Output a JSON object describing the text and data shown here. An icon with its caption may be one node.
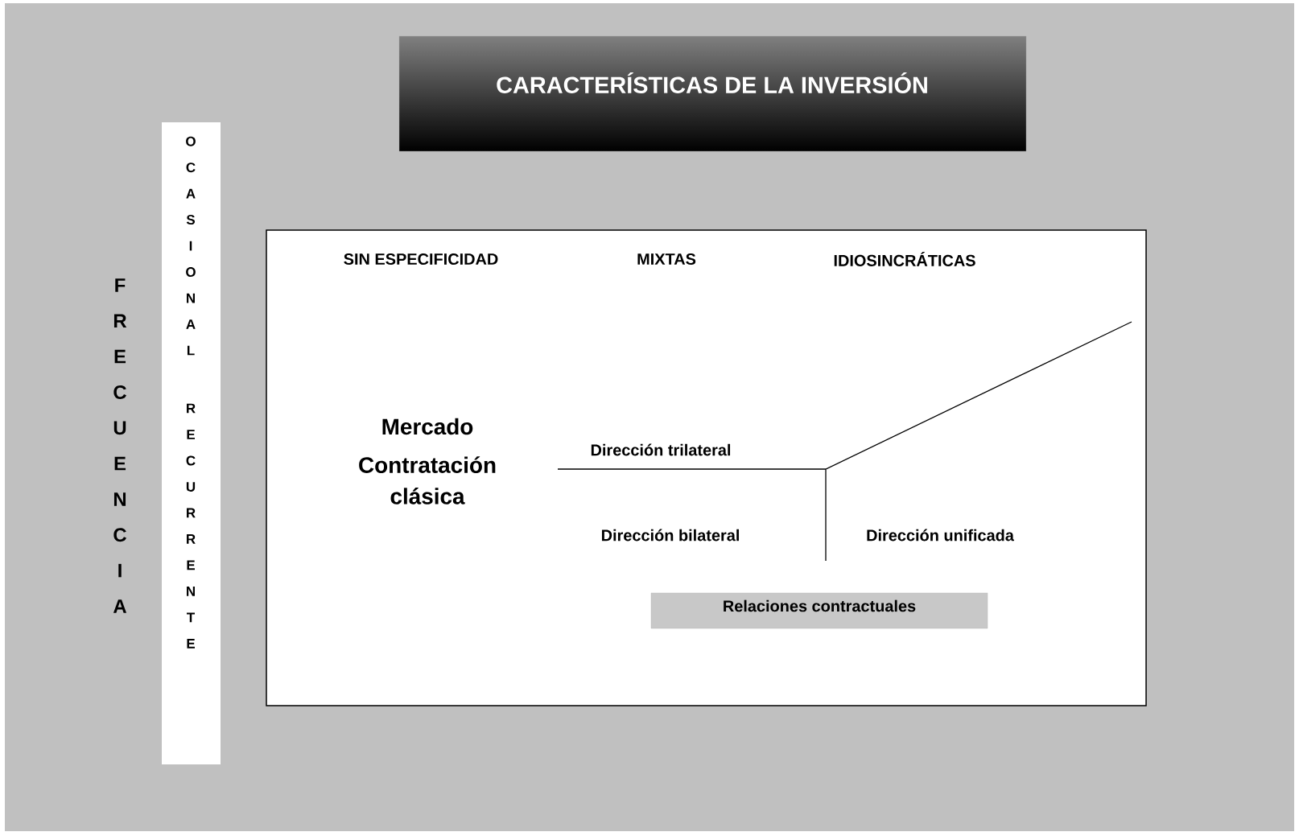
{
  "diagram": {
    "nodes": [
      {
        "text": [
          "CARACTERÍSTICAS DE LA INVERSIÓN"
        ]
      },
      {
        "text": [
          "OCASIONAL",
          "RECURRENTE"
        ]
      },
      {
        "text": [
          "SIN ESPECIFICIDAD",
          "MIXTAS",
          "IDIOSINCRÁTICAS",
          "Mercado",
          "Contratación clásica",
          "Dirección trilateral",
          "Dirección bilateral",
          "Dirección unificada"
        ]
      },
      {
        "text": [
          "Relaciones contractuales"
        ],
        "in": 2
      }
    ],
    "labels": [
      "FRECUENCIA"
    ]
  }
}
